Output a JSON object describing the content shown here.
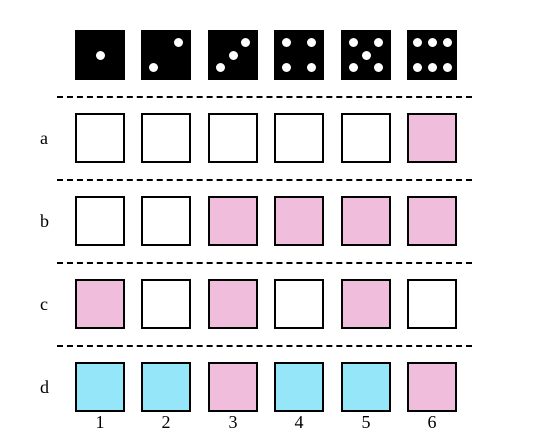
{
  "dice": [
    1,
    2,
    3,
    4,
    5,
    6
  ],
  "colors": {
    "pink": "#f0bedc",
    "blue": "#96e6fa",
    "white": "#ffffff"
  },
  "rows": [
    {
      "label": "a",
      "cells": [
        "white",
        "white",
        "white",
        "white",
        "white",
        "pink"
      ]
    },
    {
      "label": "b",
      "cells": [
        "white",
        "white",
        "pink",
        "pink",
        "pink",
        "pink"
      ]
    },
    {
      "label": "c",
      "cells": [
        "pink",
        "white",
        "pink",
        "white",
        "pink",
        "white"
      ]
    },
    {
      "label": "d",
      "cells": [
        "blue",
        "blue",
        "pink",
        "blue",
        "blue",
        "pink"
      ]
    }
  ],
  "column_labels": [
    "1",
    "2",
    "3",
    "4",
    "5",
    "6"
  ]
}
